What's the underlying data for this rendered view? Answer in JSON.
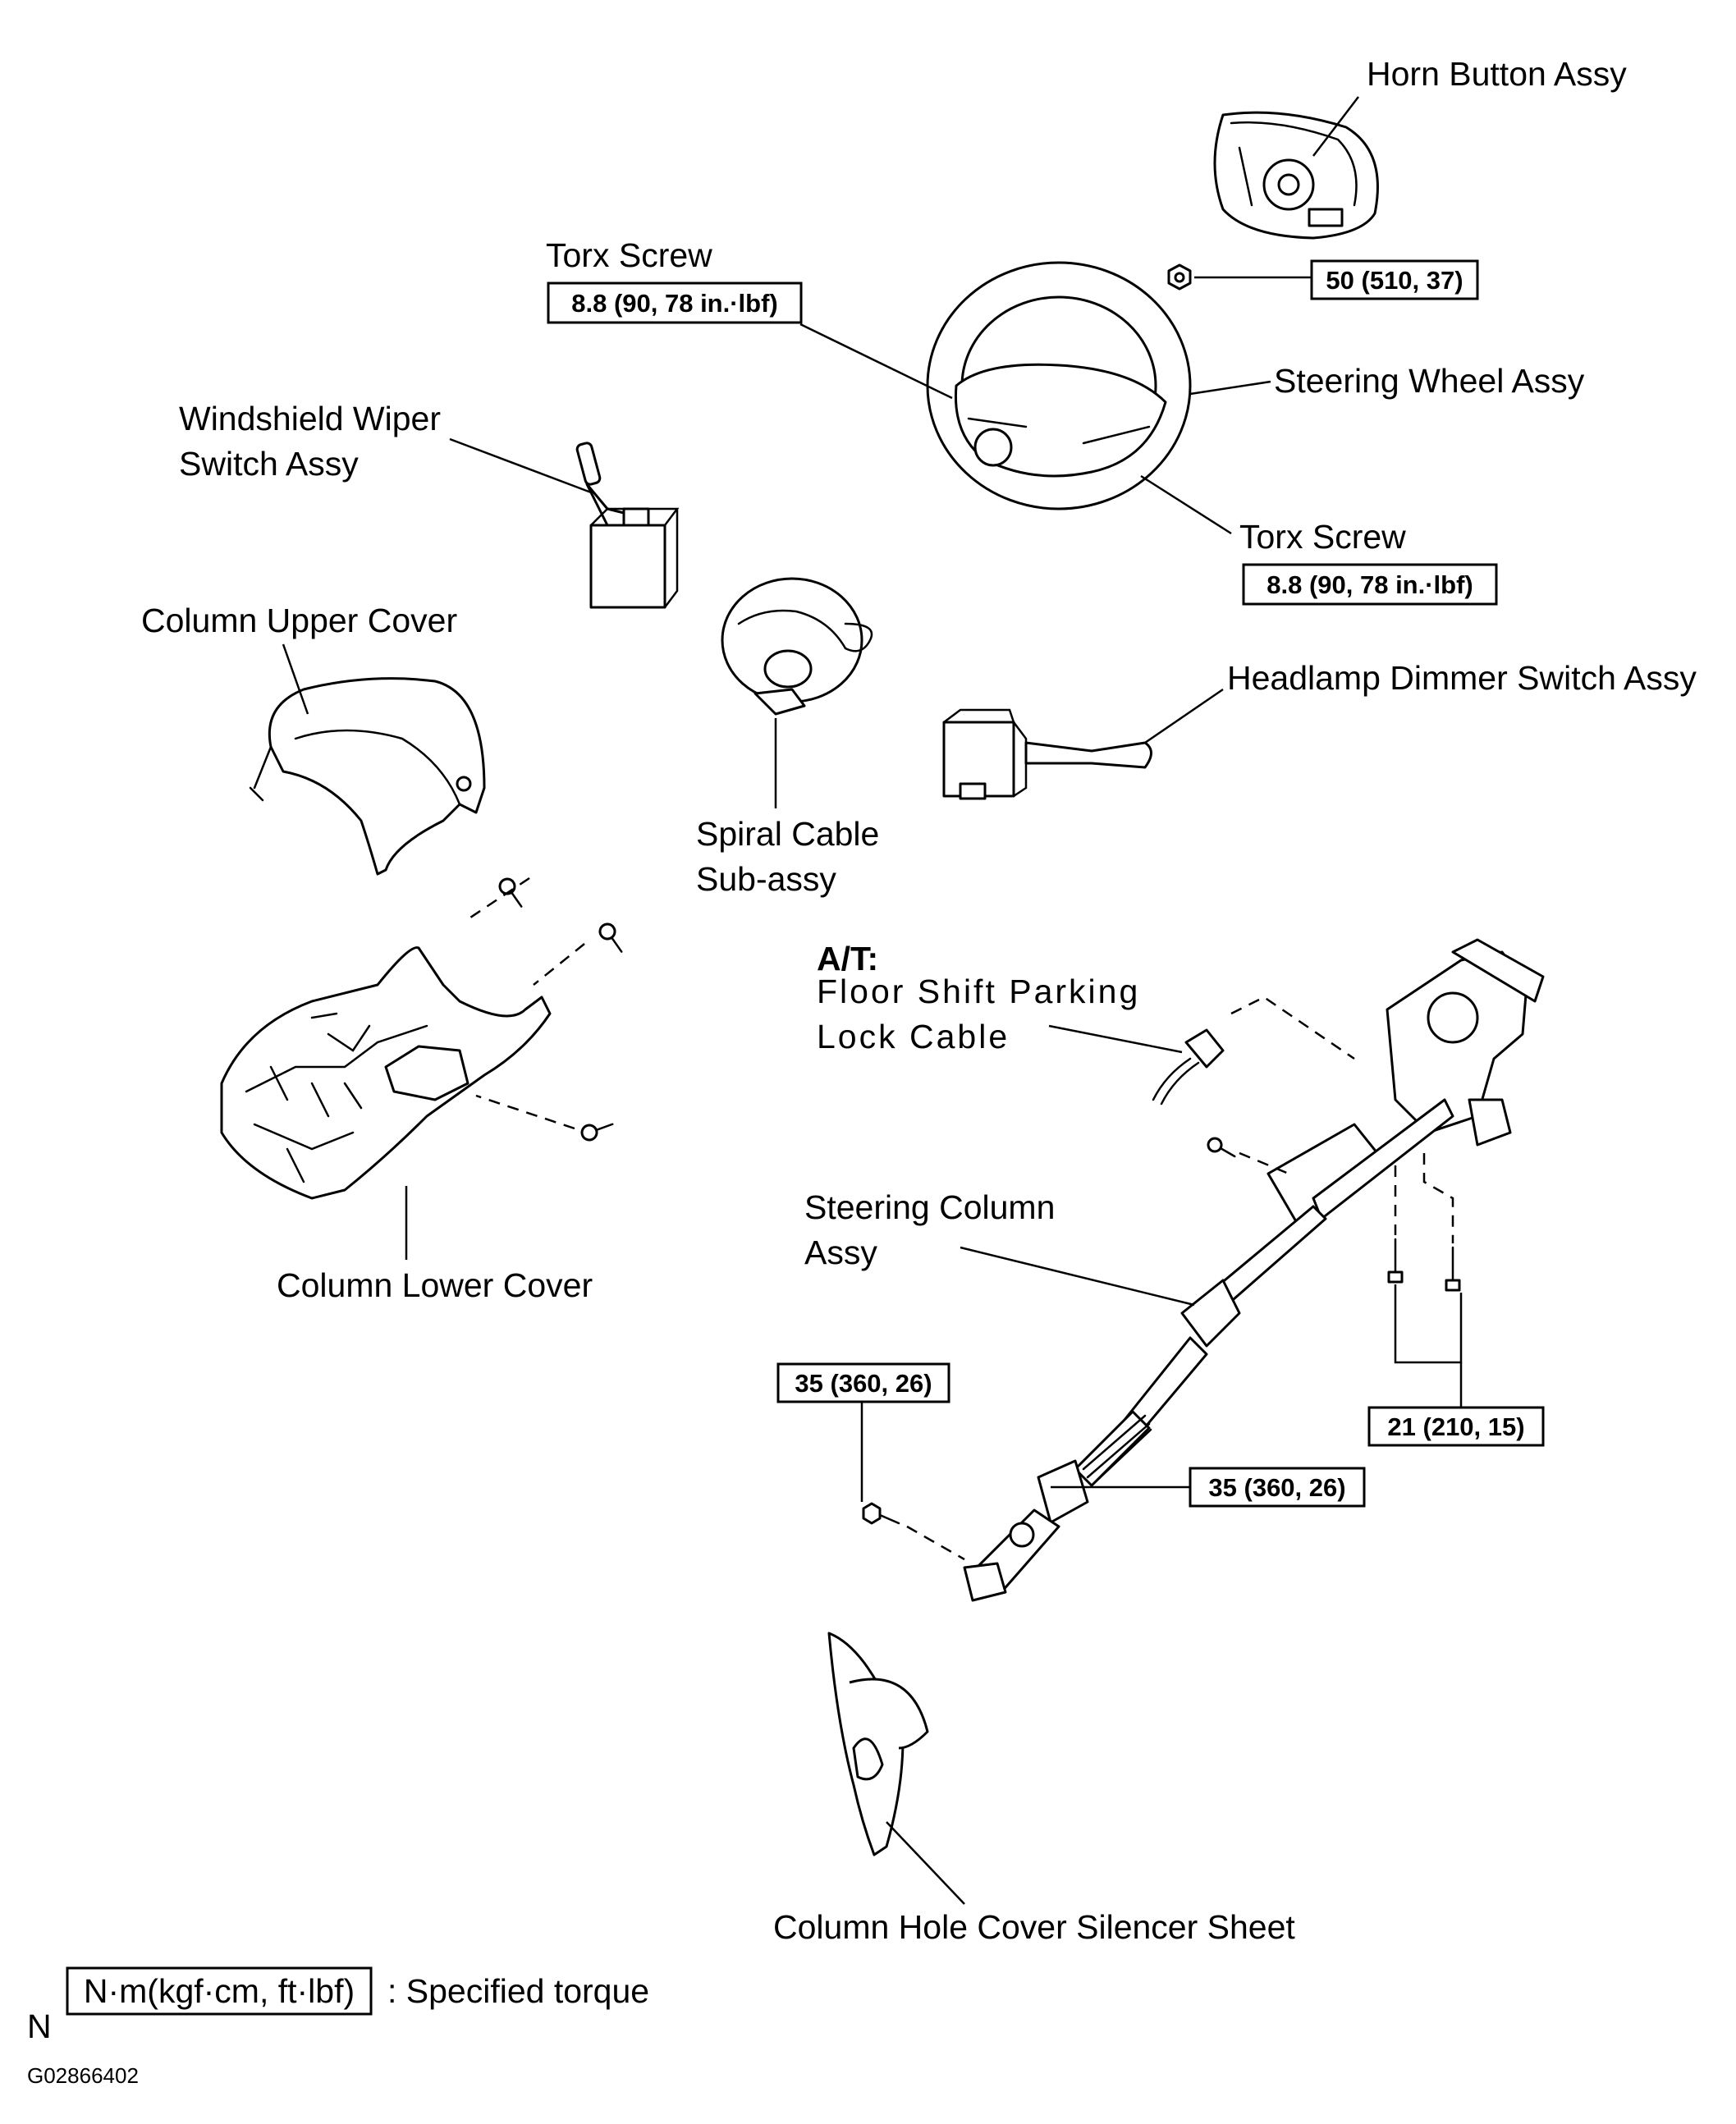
{
  "labels": {
    "horn_button": "Horn Button Assy",
    "torx_screw_top": "Torx Screw",
    "steering_wheel": "Steering Wheel Assy",
    "torx_screw_right": "Torx Screw",
    "wiper_switch_line1": "Windshield Wiper",
    "wiper_switch_line2": "Switch Assy",
    "column_upper_cover": "Column Upper Cover",
    "headlamp_dimmer": "Headlamp Dimmer Switch Assy",
    "spiral_cable_line1": "Spiral Cable",
    "spiral_cable_line2": "Sub-assy",
    "at_label": "A/T:",
    "floor_shift_line1": "Floor Shift Parking",
    "floor_shift_line2": "Lock Cable",
    "steering_column_line1": "Steering Column",
    "steering_column_line2": "Assy",
    "column_lower_cover": "Column Lower Cover",
    "silencer_sheet": "Column Hole Cover Silencer Sheet"
  },
  "torques": {
    "horn_nut": "50 (510, 37)",
    "torx_top": "8.8 (90, 78 in.·lbf)",
    "torx_right": "8.8 (90, 78 in.·lbf)",
    "column_bolts": "21 (210, 15)",
    "joint_left": "35 (360, 26)",
    "joint_right": "35 (360, 26)"
  },
  "legend": {
    "unit_box": "N·m(kgf·cm, ft·lbf)",
    "description": ": Specified torque"
  },
  "corner": {
    "n_mark": "N",
    "figure_id": "G02866402"
  }
}
